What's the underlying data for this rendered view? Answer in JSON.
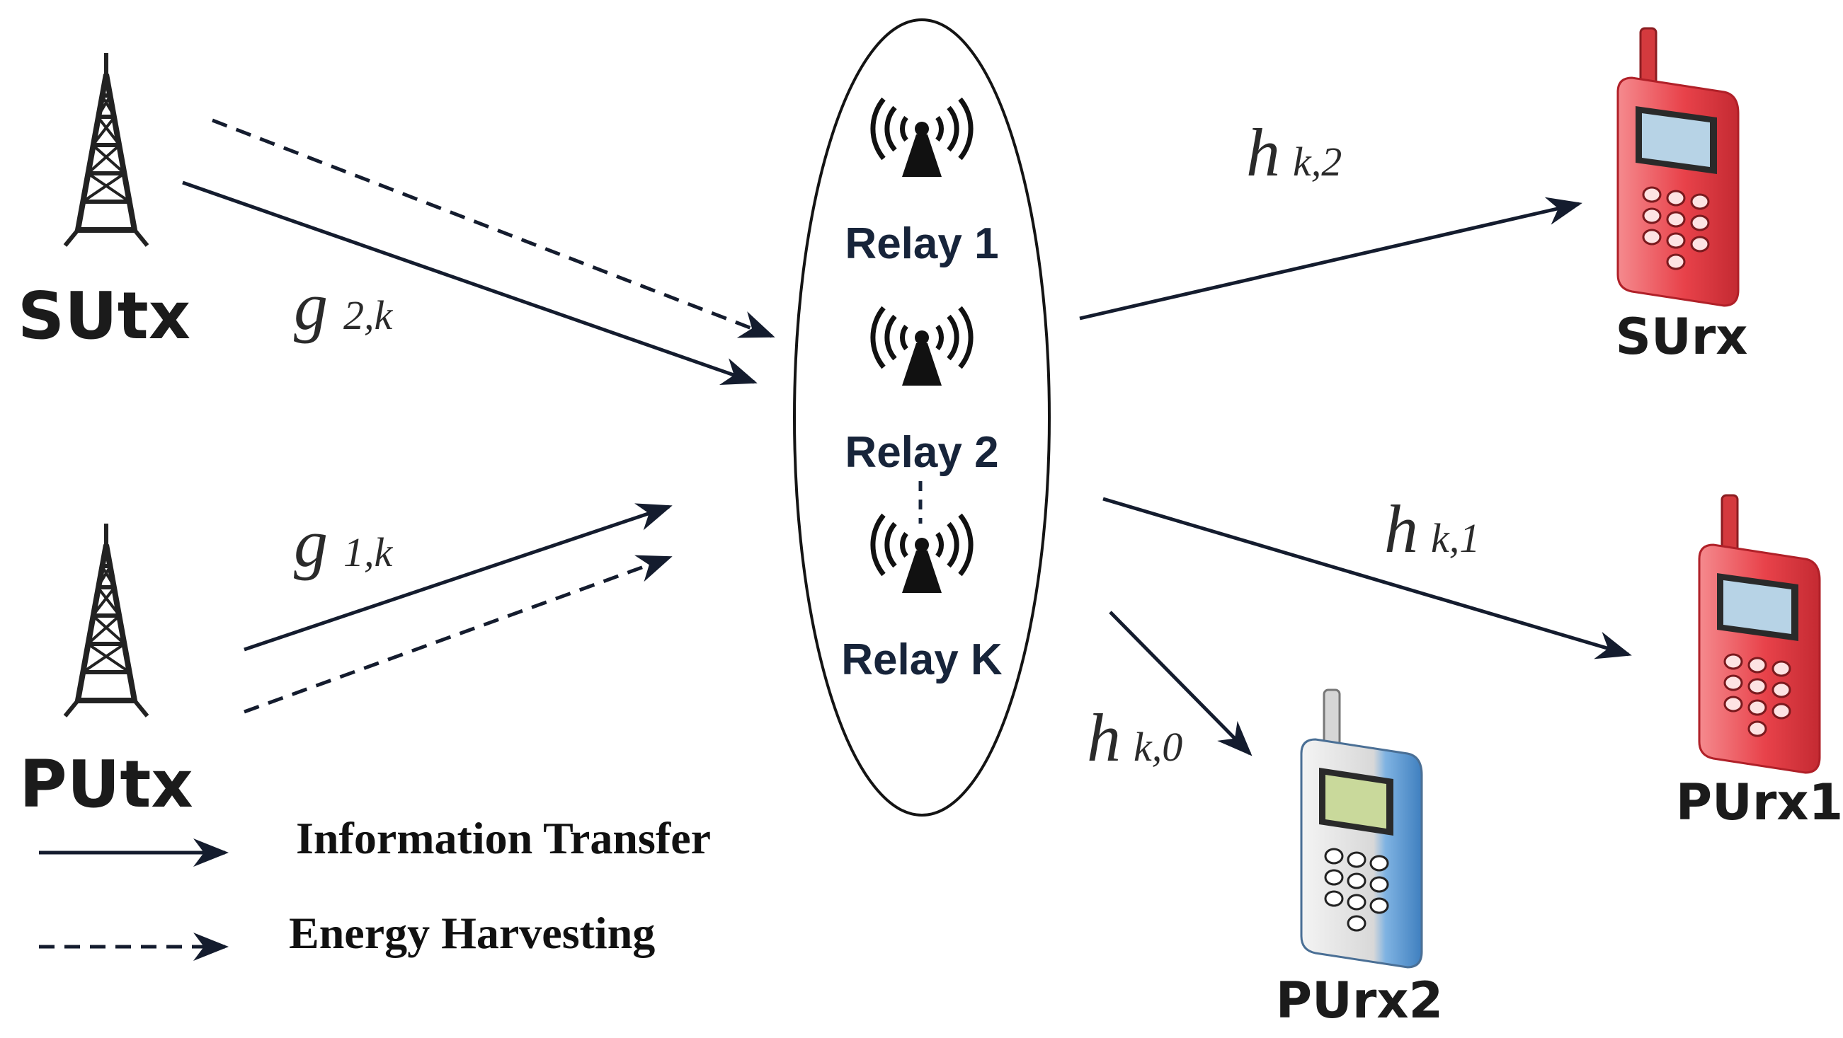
{
  "nodes": {
    "sutx": "SUtx",
    "putx": "PUtx",
    "surx": "SUrx",
    "purx1": "PUrx1",
    "purx2": "PUrx2"
  },
  "relays": [
    "Relay 1",
    "Relay 2",
    "Relay K"
  ],
  "channels": {
    "g2k": {
      "main": "g",
      "sub": "2,k"
    },
    "g1k": {
      "main": "g",
      "sub": "1,k"
    },
    "hk2": {
      "main": "h",
      "sub": "k,2"
    },
    "hk1": {
      "main": "h",
      "sub": "k,1"
    },
    "hk0": {
      "main": "h",
      "sub": "k,0"
    }
  },
  "legend": {
    "solid": "Information Transfer",
    "dashed": "Energy Harvesting"
  },
  "icons": {
    "transmitter": "tower-icon",
    "relay": "antenna-icon",
    "secondary_receiver": "red-phone-icon",
    "primary_receiver_1": "red-phone-icon",
    "primary_receiver_2": "blue-phone-icon"
  },
  "colors": {
    "line": "#141c2e",
    "red_phone": "#e8424a",
    "blue_phone": "#6aa3d8"
  }
}
